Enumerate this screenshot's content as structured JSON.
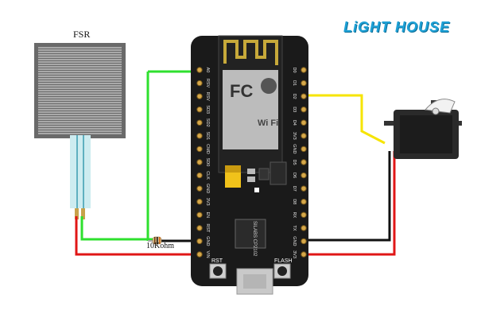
{
  "brand": {
    "title": "LiGHT HOUSE"
  },
  "fsr": {
    "label": "FSR"
  },
  "resistor": {
    "label": "10Kohm"
  },
  "board": {
    "buttons": {
      "rst": "RST",
      "flash": "FLASH"
    },
    "chip": {
      "name": "SILABS CP2102"
    },
    "module": {
      "logo": "FC",
      "wifi": "Wi Fi"
    },
    "left_pins": [
      "A0",
      "RSV",
      "RSV",
      "SD3",
      "SD2",
      "SD1",
      "CMD",
      "SD0",
      "CLK",
      "GND",
      "3V3",
      "EN",
      "RST",
      "GND",
      "VIN"
    ],
    "right_pins": [
      "D0",
      "D1",
      "D2",
      "D3",
      "D4",
      "3V3",
      "GND",
      "D5",
      "D6",
      "D7",
      "D8",
      "RX",
      "TX",
      "GND",
      "3V3"
    ]
  },
  "colors": {
    "wire_green": "#2ee02e",
    "wire_red": "#e01616",
    "wire_black": "#111111",
    "wire_yellow": "#f6e400",
    "wire_gray": "#a8a8a8",
    "board": "#1a1a1a",
    "brand": "#1ea1d6"
  }
}
